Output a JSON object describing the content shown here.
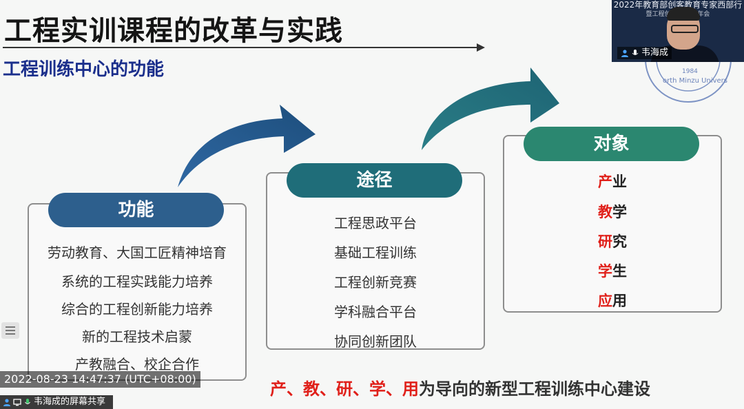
{
  "slide": {
    "title": "工程实训课程的改革与实践",
    "subtitle": "工程训练中心的功能",
    "function_box": {
      "header": "功能",
      "items": [
        "劳动教育、大国工匠精神培育",
        "系统的工程实践能力培养",
        "综合的工程创新能力培养",
        "新的工程技术启蒙",
        "产教融合、校企合作"
      ]
    },
    "path_box": {
      "header": "途径",
      "items": [
        "工程思政平台",
        "基础工程训练",
        "工程创新竞赛",
        "学科融合平台",
        "协同创新团队"
      ]
    },
    "object_box": {
      "header": "对象",
      "items": [
        {
          "first": "产",
          "rest": "业"
        },
        {
          "first": "教",
          "rest": "学"
        },
        {
          "first": "研",
          "rest": "究"
        },
        {
          "first": "学",
          "rest": "生"
        },
        {
          "first": "应",
          "rest": "用"
        }
      ]
    },
    "tagline": {
      "highlight": "产、教、研、学、用",
      "rest": "为导向的新型工程训练中心建设"
    },
    "seal_text": "orth Minzu Univers",
    "seal_year": "1984"
  },
  "overlay": {
    "timestamp": "2022-08-23 14:47:37 (UTC+08:00)",
    "share_label": "韦海成的屏幕共享",
    "video": {
      "banner_line1": "2022年教育部创客教育专家西部行",
      "banner_line2": "暨工程创新… …术年会",
      "speaker_name": "韦海成"
    }
  },
  "colors": {
    "title_blue": "#1b2f8c",
    "function_pill": "#2d5f8d",
    "path_pill": "#1f6d79",
    "object_pill": "#2b8770",
    "highlight_red": "#e0201a"
  },
  "icons": [
    "user-icon",
    "mic-icon",
    "screen-icon",
    "list-icon"
  ]
}
